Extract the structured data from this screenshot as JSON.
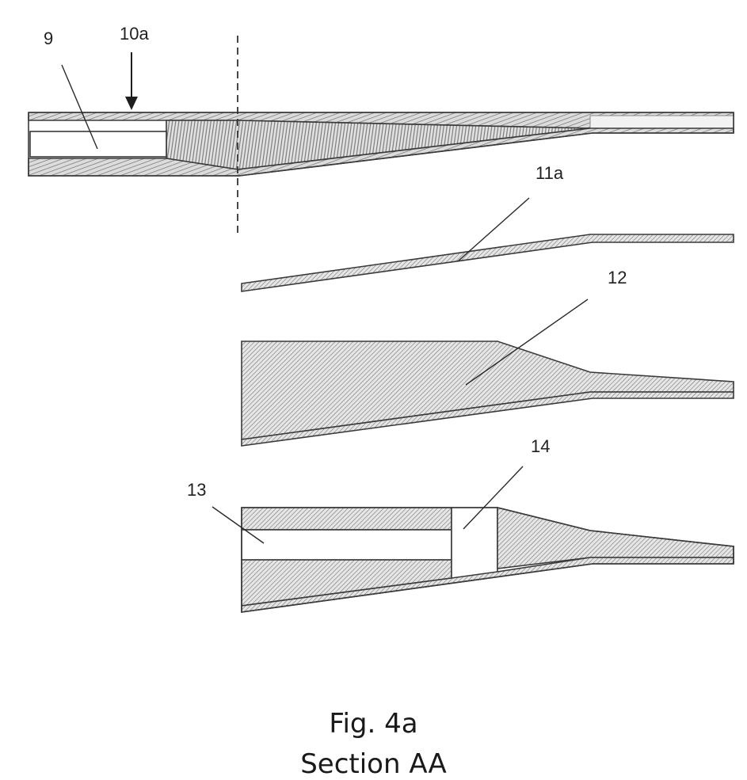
{
  "labels": {
    "l9": "9",
    "l10a": "10a",
    "l11a": "11a",
    "l12": "12",
    "l13": "13",
    "l14": "14"
  },
  "caption": {
    "figure": "Fig. 4a",
    "section": "Section AA"
  },
  "colors": {
    "stroke": "#3a3a3a",
    "hatch": "#8a8a8a",
    "hatch_bg": "#e4e4e4"
  }
}
